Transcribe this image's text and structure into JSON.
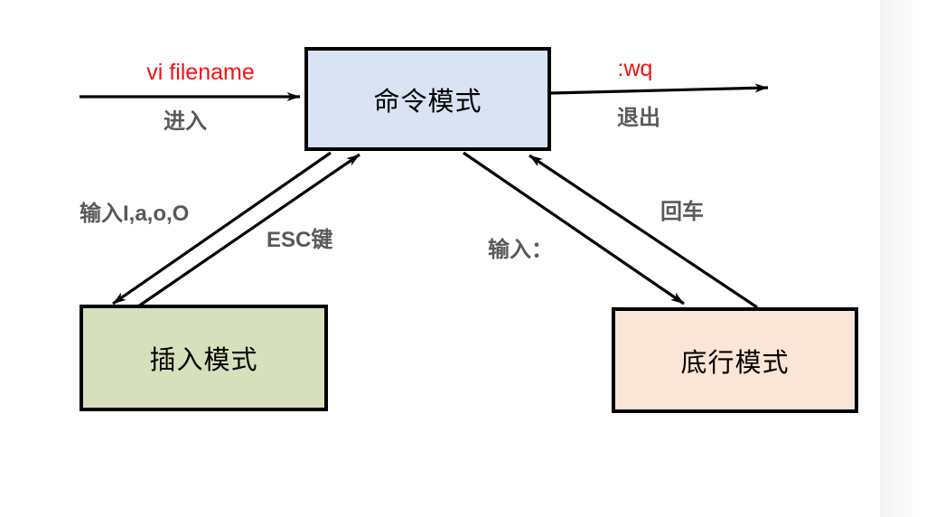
{
  "diagram": {
    "nodes": {
      "command_mode": {
        "label": "命令模式",
        "fill": "#dae3f3"
      },
      "insert_mode": {
        "label": "插入模式",
        "fill": "#d7e0bc"
      },
      "lastline_mode": {
        "label": "底行模式",
        "fill": "#fbe5d6"
      }
    },
    "edge_labels": {
      "enter_command": "vi filename",
      "enter_action": "进入",
      "exit_command": ":wq",
      "exit_action": "退出",
      "to_insert": "输入I,a,o,O",
      "insert_to_command": "ESC键",
      "to_lastline": "输入：",
      "lastline_to_command": "回车"
    },
    "colors": {
      "command_text": "#f51111",
      "action_text": "#595959",
      "line": "#000000"
    }
  }
}
